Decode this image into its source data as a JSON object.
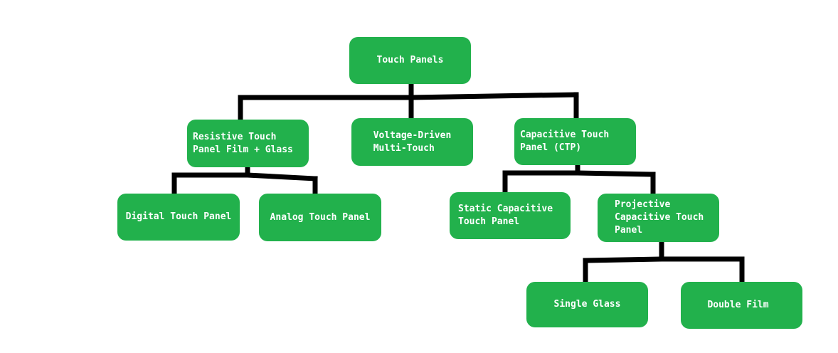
{
  "diagram": {
    "root": {
      "label": "Touch Panels"
    },
    "resistive": {
      "label": "Resistive Touch\nPanel Film + Glass"
    },
    "voltage": {
      "label": "Voltage-Driven\nMulti-Touch"
    },
    "capacitive": {
      "label": "Capacitive Touch\nPanel (CTP)"
    },
    "digital": {
      "label": "Digital Touch Panel"
    },
    "analog": {
      "label": "Analog Touch Panel"
    },
    "static_capacitive": {
      "label": "Static Capacitive\nTouch Panel"
    },
    "projective": {
      "label": "Projective\nCapacitive Touch\nPanel"
    },
    "single_glass": {
      "label": "Single Glass"
    },
    "double_film": {
      "label": "Double Film"
    }
  },
  "colors": {
    "node_fill": "#22b14c",
    "node_text": "#ffffff",
    "connector": "#000000"
  }
}
